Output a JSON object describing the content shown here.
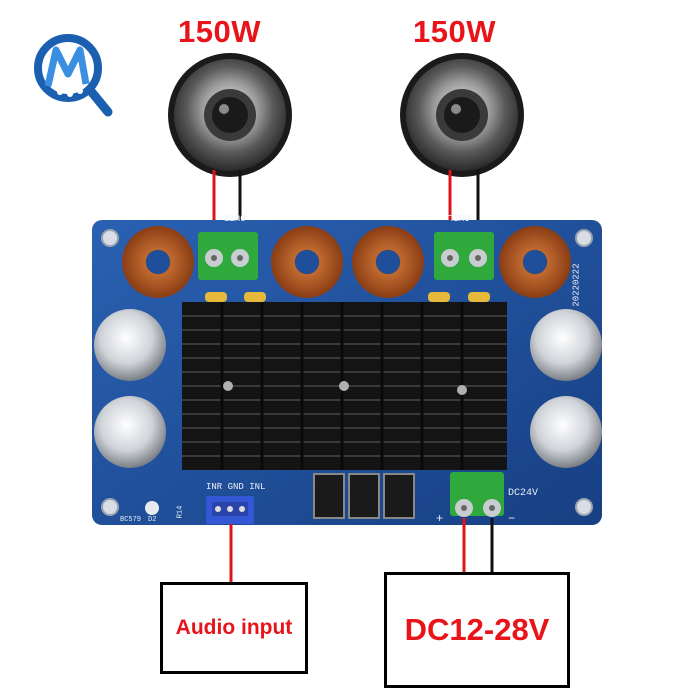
{
  "logo": {
    "name": "mq-logo"
  },
  "speakers": [
    {
      "power_label": "150W"
    },
    {
      "power_label": "150W"
    }
  ],
  "board": {
    "date_code": "20220222",
    "left_output_silk": "OUTR",
    "right_output_silk": "OUTL",
    "input_silk": "INR GND INL",
    "power_silk": "DC24V",
    "plus_sign": "+",
    "minus_sign": "−",
    "r14_silk": "R14",
    "d2_silk": "D2",
    "model_silk": "BC579"
  },
  "labels": {
    "audio_input": "Audio input",
    "dc_range": "DC12-28V"
  },
  "colors": {
    "red_text": "#e8141a",
    "board_blue": "#1f4f9a",
    "wire_red": "#d9141b",
    "wire_black": "#111111"
  }
}
